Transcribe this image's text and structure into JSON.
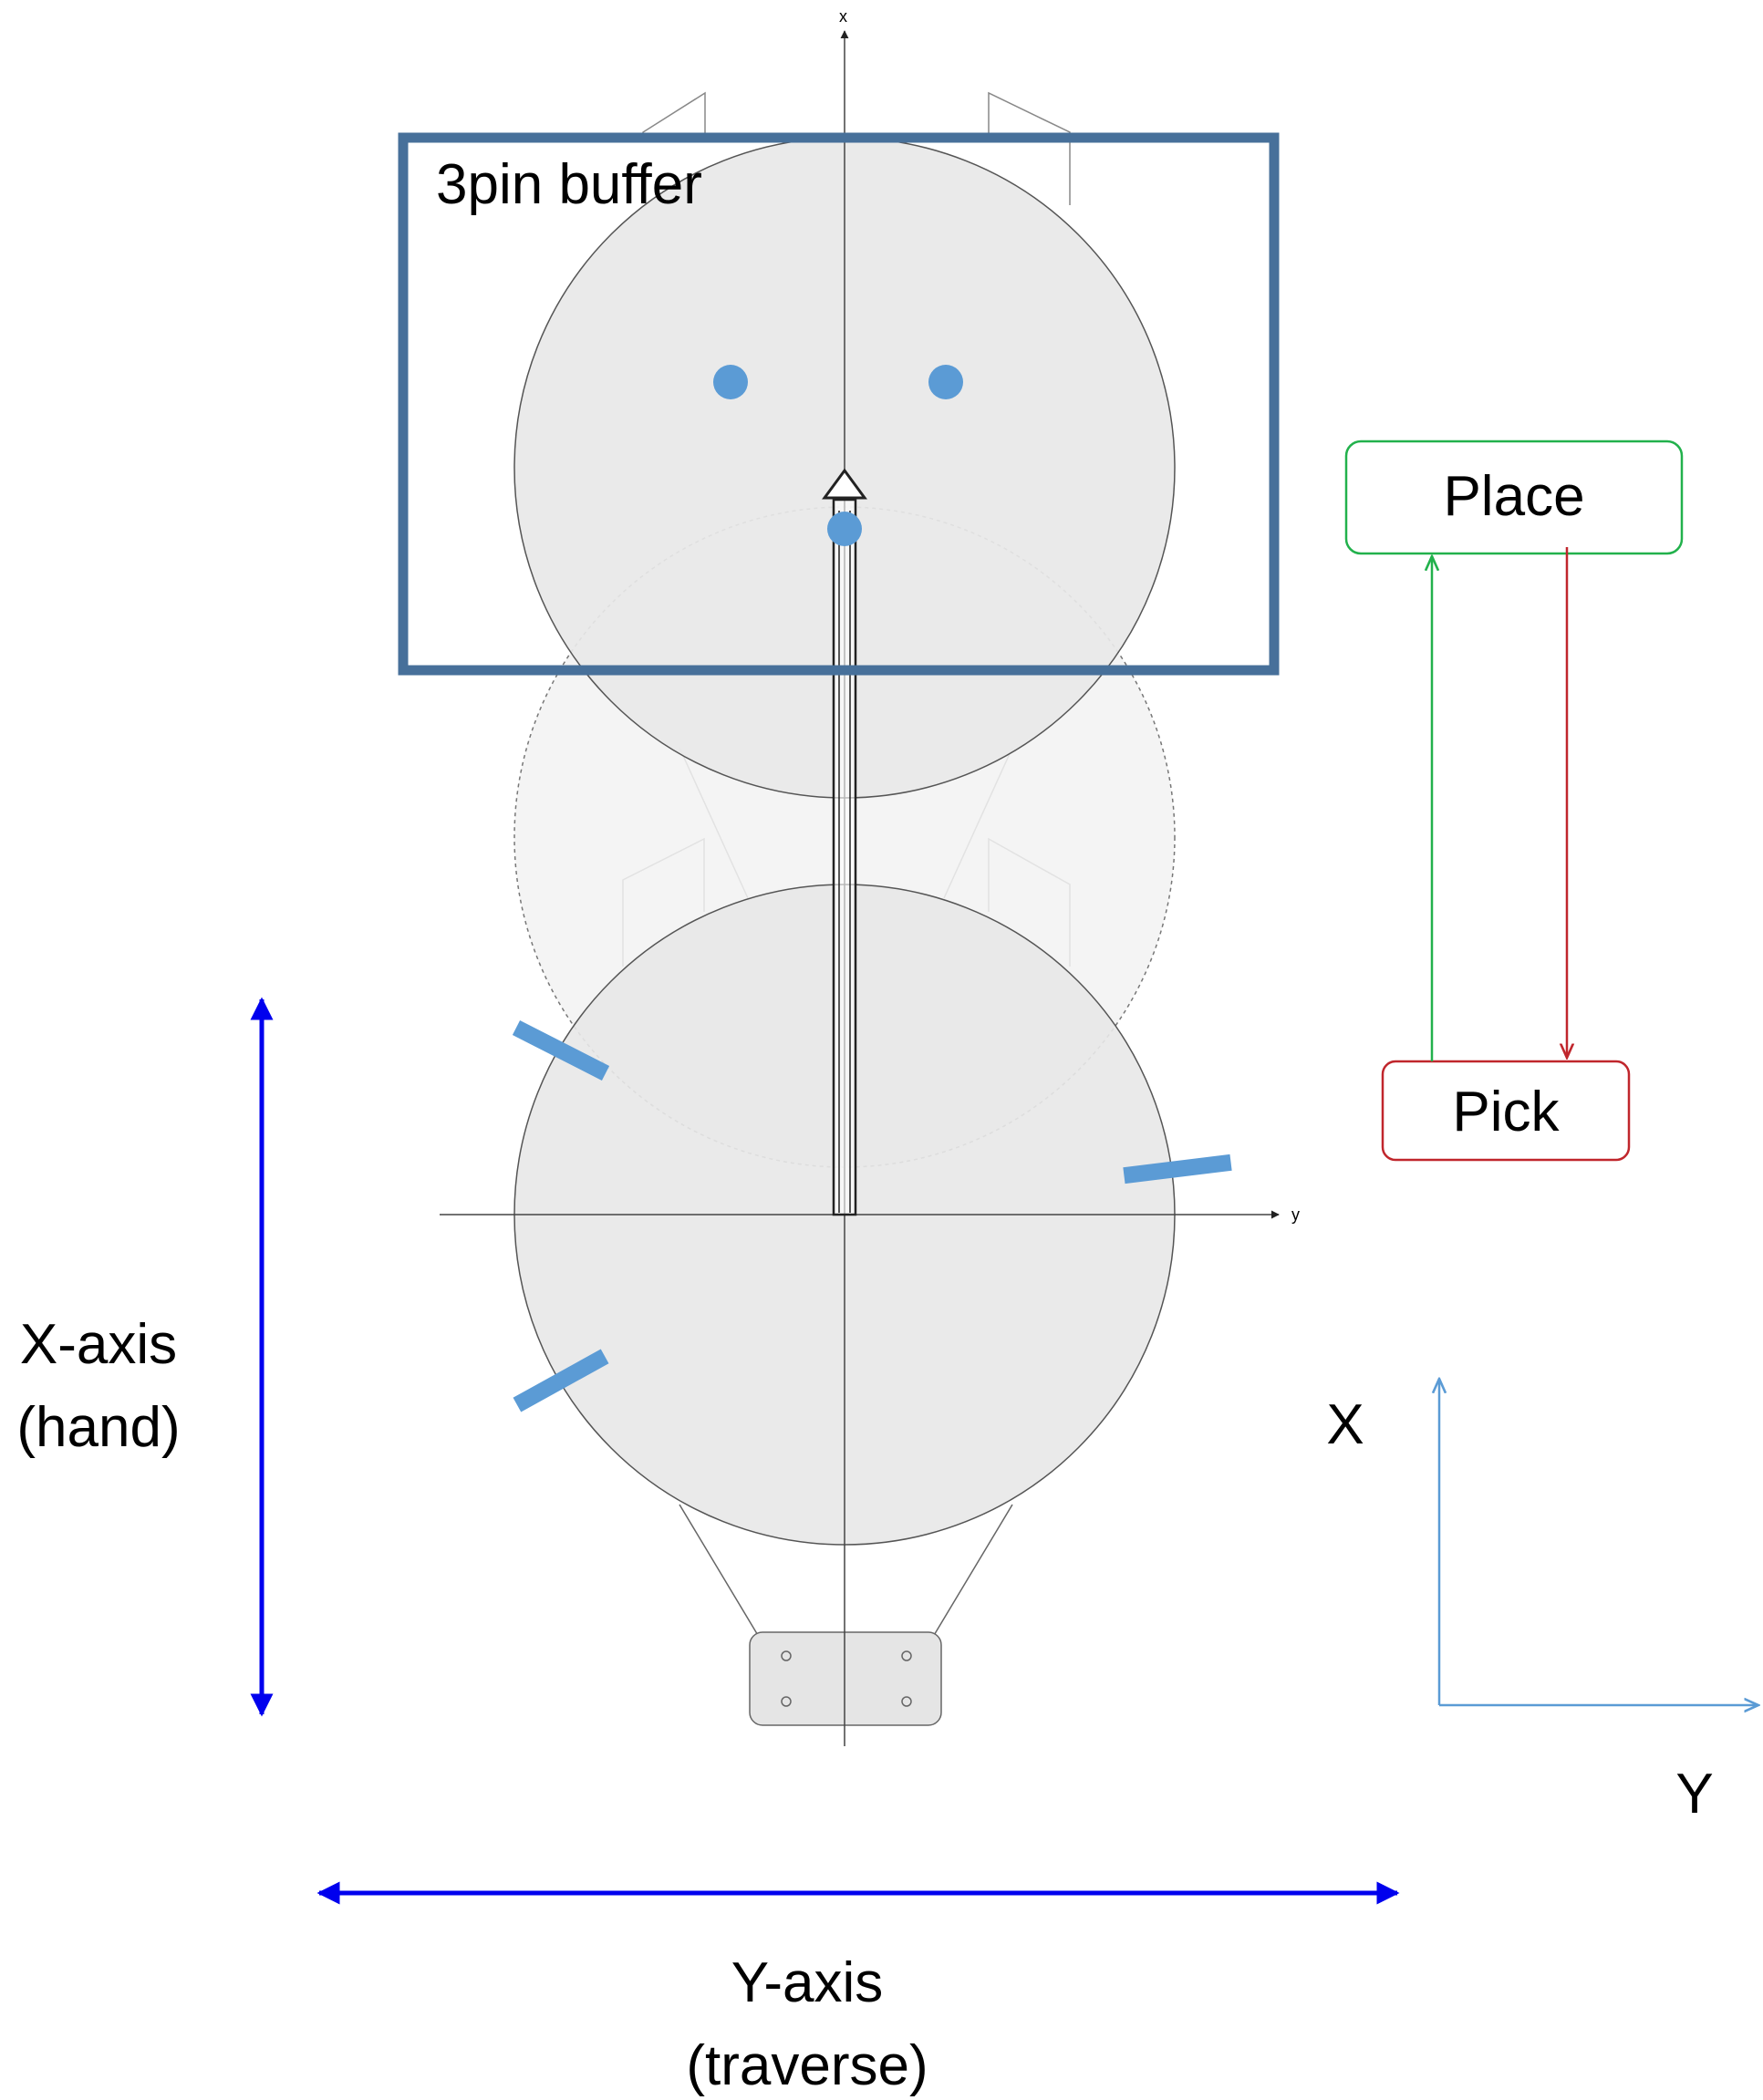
{
  "labels": {
    "buffer": "3pin buffer",
    "place": "Place",
    "pick": "Pick",
    "x_axis_line1": "X-axis",
    "x_axis_line2": "(hand)",
    "y_axis_line1": "Y-axis",
    "y_axis_line2": "(traverse)",
    "frame_x": "X",
    "frame_y": "Y",
    "origin_x_tick": "x",
    "origin_y_tick": "y"
  },
  "colors": {
    "buffer_box": "#47709a",
    "pin": "#5b9bd5",
    "wafer_fill": "#e8e8e8",
    "wafer_ghost_fill": "#f2f2f2",
    "axis_arrow": "#0000ee",
    "place_box": "#22b14c",
    "pick_box": "#c0262c",
    "frame_axis": "#5b9bd5",
    "outline": "#555555"
  }
}
